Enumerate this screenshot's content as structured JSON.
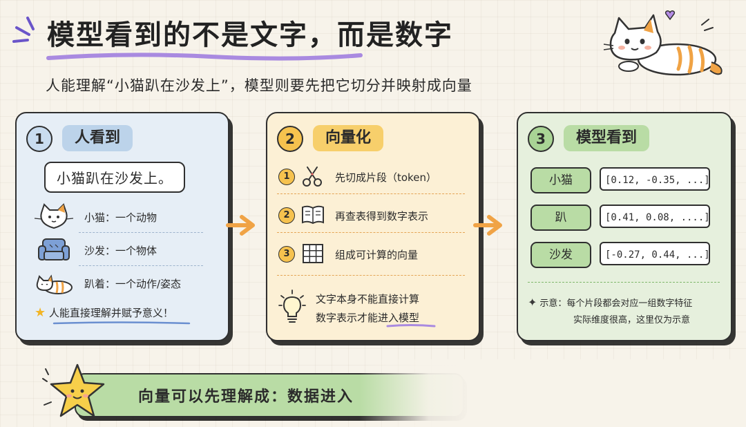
{
  "title": "模型看到的不是文字，而是数字",
  "subtitle": "人能理解“小猫趴在沙发上”，模型则要先把它切分并映射成向量",
  "panel1": {
    "number": "1",
    "heading": "人看到",
    "sentence": "小猫趴在沙发上。",
    "items": [
      {
        "icon": "cat-face-icon",
        "text": "小猫：一个动物"
      },
      {
        "icon": "sofa-icon",
        "text": "沙发：一个物体"
      },
      {
        "icon": "lying-cat-icon",
        "text": "趴着：一个动作/姿态"
      }
    ],
    "footer": "人能直接理解并赋予意义！"
  },
  "panel2": {
    "number": "2",
    "heading": "向量化",
    "steps": [
      {
        "n": "1",
        "icon": "scissors-icon",
        "text": "先切成片段（token）"
      },
      {
        "n": "2",
        "icon": "book-icon",
        "text": "再查表得到数字表示"
      },
      {
        "n": "3",
        "icon": "grid-icon",
        "text": "组成可计算的向量"
      }
    ],
    "tip_line1": "文字本身不能直接计算",
    "tip_line2_a": "数字表示才",
    "tip_line2_b": "能进入模型"
  },
  "panel3": {
    "number": "3",
    "heading": "模型看到",
    "rows": [
      {
        "token": "小猫",
        "vector": "[0.12, -0.35, ...]"
      },
      {
        "token": "趴",
        "vector": "[0.41, 0.08, ....]"
      },
      {
        "token": "沙发",
        "vector": "[-0.27, 0.44, ...]"
      }
    ],
    "note_line1": "示意：每个片段都会对应一组数字特征",
    "note_line2": "实际维度很高，这里仅为示意"
  },
  "bottom": {
    "text": "向量可以先理解成：数据进入"
  },
  "colors": {
    "panel1_bg": "#e6eef6",
    "panel2_bg": "#fcf0d5",
    "panel3_bg": "#e6f0dd",
    "accent_orange": "#f0a345",
    "accent_green": "#b9dca5"
  }
}
